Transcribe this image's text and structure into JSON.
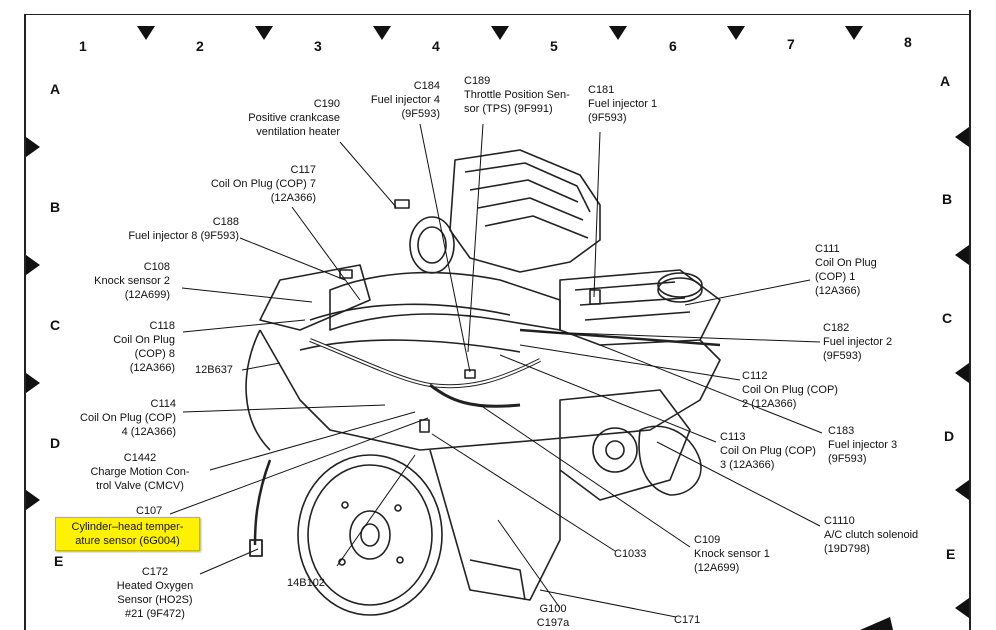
{
  "grid": {
    "columns": [
      "1",
      "2",
      "3",
      "4",
      "5",
      "6",
      "7",
      "8"
    ],
    "rows_left": [
      "A",
      "B",
      "C",
      "D",
      "E"
    ],
    "rows_right": [
      "A",
      "B",
      "C",
      "D",
      "E"
    ]
  },
  "labels": {
    "c190": {
      "code": "C190",
      "lines": [
        "Positive crankcase",
        "ventilation heater"
      ]
    },
    "c184": {
      "code": "C184",
      "lines": [
        "Fuel injector 4",
        "(9F593)"
      ]
    },
    "c189": {
      "code": "C189",
      "lines": [
        "Throttle Position Sen-",
        "sor (TPS) (9F991)"
      ]
    },
    "c181": {
      "code": "C181",
      "lines": [
        "Fuel injector 1",
        "(9F593)"
      ]
    },
    "c117": {
      "code": "C117",
      "lines": [
        "Coil On Plug (COP) 7",
        "(12A366)"
      ]
    },
    "c188": {
      "code": "C188",
      "lines": [
        "Fuel injector 8 (9F593)"
      ]
    },
    "c108": {
      "code": "C108",
      "lines": [
        "Knock sensor 2",
        "(12A699)"
      ]
    },
    "c118": {
      "code": "C118",
      "lines": [
        "Coil On Plug",
        "(COP) 8",
        "(12A366)"
      ]
    },
    "p12b637": {
      "code": "12B637",
      "lines": []
    },
    "c114": {
      "code": "C114",
      "lines": [
        "Coil On Plug (COP)",
        "4 (12A366)"
      ]
    },
    "c1442": {
      "code": "C1442",
      "lines": [
        "Charge Motion Con-",
        "trol Valve (CMCV)"
      ]
    },
    "c107": {
      "code": "C107",
      "lines": []
    },
    "c107_desc": {
      "lines": [
        "Cylinder–head temper-",
        "ature sensor (6G004)"
      ]
    },
    "c172": {
      "code": "C172",
      "lines": [
        "Heated Oxygen",
        "Sensor (HO2S)",
        "#21 (9F472)"
      ]
    },
    "p14b102": {
      "code": "14B102",
      "lines": []
    },
    "c111": {
      "code": "C111",
      "lines": [
        "Coil On Plug",
        "(COP) 1",
        "(12A366)"
      ]
    },
    "c182": {
      "code": "C182",
      "lines": [
        "Fuel injector 2",
        "(9F593)"
      ]
    },
    "c112": {
      "code": "C112",
      "lines": [
        "Coil On Plug (COP)",
        "2 (12A366)"
      ]
    },
    "c113": {
      "code": "C113",
      "lines": [
        "Coil On Plug (COP)",
        "3 (12A366)"
      ]
    },
    "c183": {
      "code": "C183",
      "lines": [
        "Fuel injector 3",
        "(9F593)"
      ]
    },
    "c1110": {
      "code": "C1110",
      "lines": [
        "A/C clutch solenoid",
        "(19D798)"
      ]
    },
    "c109": {
      "code": "C109",
      "lines": [
        "Knock sensor 1",
        "(12A699)"
      ]
    },
    "c1033": {
      "code": "C1033",
      "lines": []
    },
    "g100": {
      "code": "G100",
      "lines": [
        "C197a"
      ]
    },
    "c171": {
      "code": "C171",
      "lines": []
    }
  }
}
